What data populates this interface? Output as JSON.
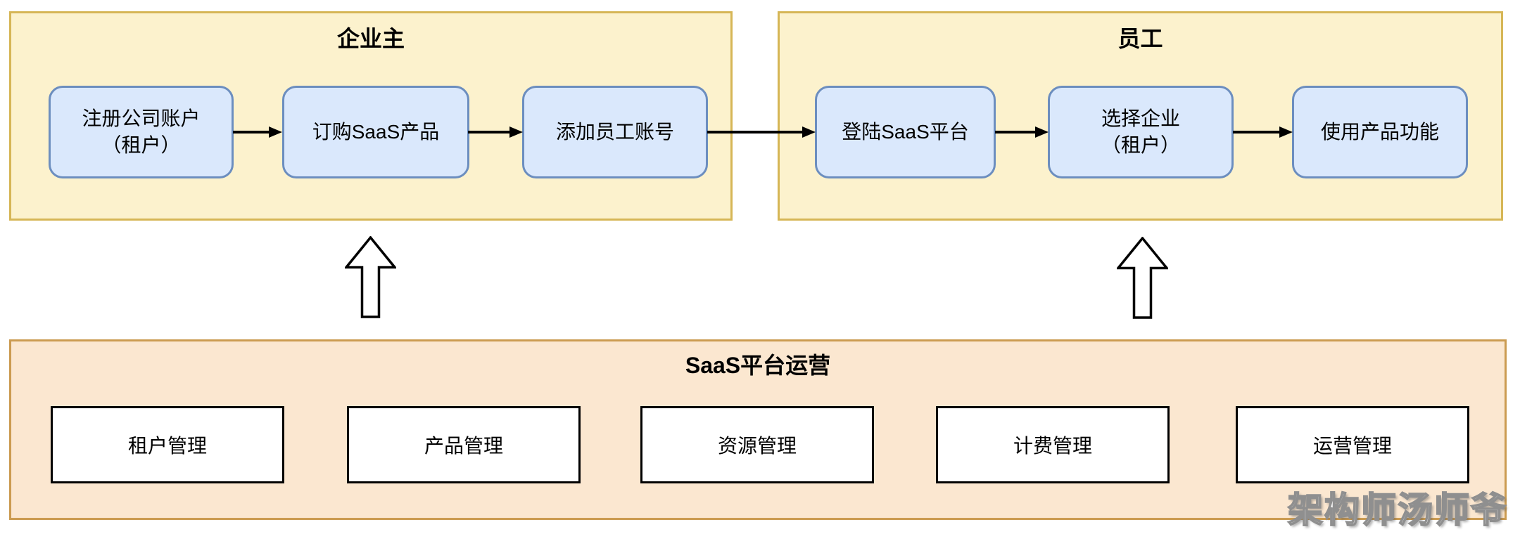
{
  "colors": {
    "owner-fill": "#FCF2CD",
    "owner-border": "#D6B656",
    "employee-fill": "#FCF2CD",
    "employee-border": "#D6B656",
    "platform-fill": "#FBE7D0",
    "platform-border": "#CB9B51",
    "node-fill": "#DAE8FC",
    "node-border": "#6C8EBF",
    "module-fill": "#FFFFFF",
    "module-border": "#000000",
    "arrow-color": "#000000",
    "text-color": "#000000",
    "watermark-fill": "#FFFFFF",
    "watermark-outline": "#8F8F8F"
  },
  "owner": {
    "title": "企业主",
    "steps": [
      "注册公司账户\n（租户）",
      "订购SaaS产品",
      "添加员工账号"
    ]
  },
  "employee": {
    "title": "员工",
    "steps": [
      "登陆SaaS平台",
      "选择企业\n（租户）",
      "使用产品功能"
    ]
  },
  "platform": {
    "title": "SaaS平台运营",
    "modules": [
      "租户管理",
      "产品管理",
      "资源管理",
      "计费管理",
      "运营管理"
    ]
  },
  "watermark": "架构师汤师爷"
}
